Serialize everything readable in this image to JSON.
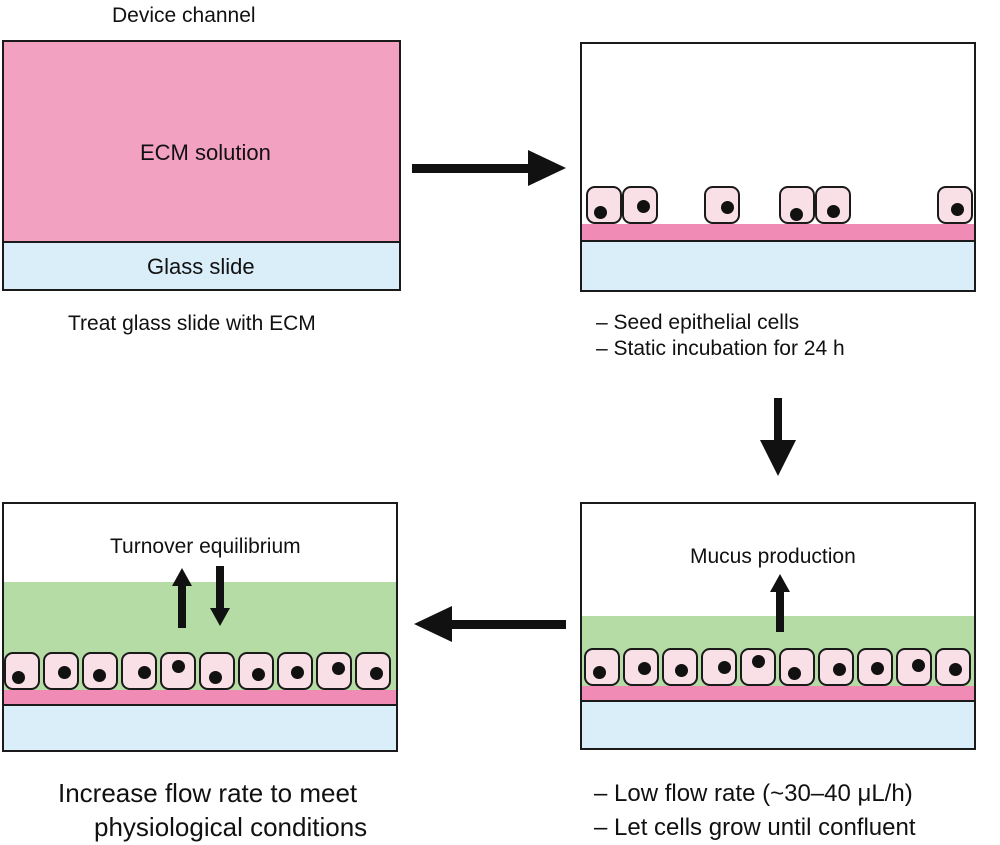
{
  "labels": {
    "device_channel": "Device channel",
    "ecm_solution": "ECM solution",
    "glass_slide": "Glass slide",
    "step1_caption": "Treat glass slide with ECM",
    "step2_line1": "– Seed epithelial cells",
    "step2_line2": "– Static incubation for 24 h",
    "mucus_production": "Mucus production",
    "step3_line1": "– Low flow rate (~30–40 μL/h)",
    "step3_line2": "– Let cells grow until confluent",
    "turnover_equilibrium": "Turnover equilibrium",
    "step4_line1": "Increase flow rate to meet",
    "step4_line2": "physiological conditions"
  },
  "colors": {
    "ecm_pink": "#f3a1c0",
    "ecm_strip": "#f08bb6",
    "glass_blue": "#d9eef8",
    "mucus_green": "#b5dca5",
    "cell_fill": "#f9dfe6",
    "outline": "#1a1a1a"
  }
}
